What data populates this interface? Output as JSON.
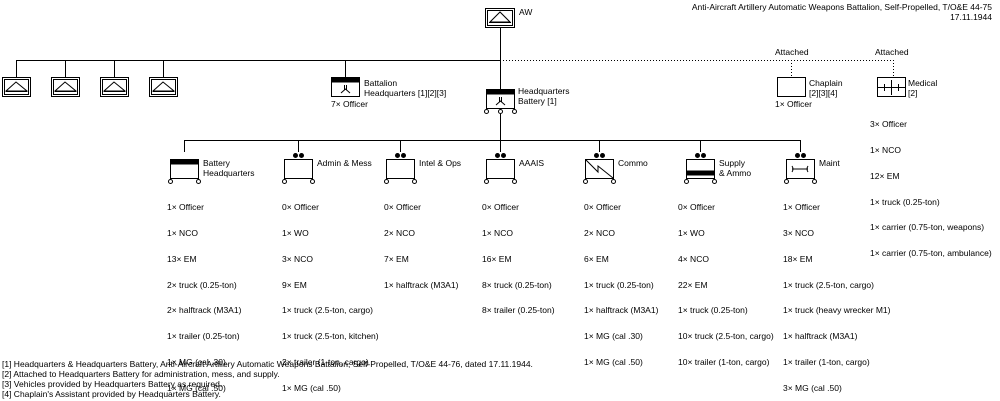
{
  "header": {
    "title_line1": "Anti-Aircraft Artillery Automatic Weapons Battalion, Self-Propelled, T/O&E 44-75",
    "title_line2": "17.11.1944"
  },
  "top": {
    "label": "AW"
  },
  "attached_label": "Attached",
  "bn_hq": {
    "label_line1": "Battalion",
    "label_line2": "Headquarters [1][2][3]",
    "personnel": "7× Officer"
  },
  "hq_battery": {
    "label_line1": "Headquarters",
    "label_line2": "Battery [1]"
  },
  "chaplain": {
    "label_line1": "Chaplain",
    "label_line2": "[2][3][4]",
    "personnel": "1× Officer"
  },
  "medical": {
    "label_line1": "Medical",
    "label_line2": "[2]",
    "personnel": [
      "3× Officer",
      "1× NCO",
      "12× EM",
      "1× truck (0.25-ton)",
      "1× carrier (0.75-ton, weapons)",
      "1× carrier (0.75-ton, ambulance)"
    ]
  },
  "sections": [
    {
      "label_line1": "Battery",
      "label_line2": "Headquarters",
      "personnel": [
        "1× Officer",
        "1× NCO",
        "13× EM",
        "2× truck (0.25-ton)",
        "2× halftrack (M3A1)",
        "1× trailer (0.25-ton)",
        "1× MG (cal .30)",
        "1× MG (cal .50)"
      ]
    },
    {
      "label_line1": "Admin & Mess",
      "label_line2": "",
      "personnel": [
        "0× Officer",
        "1× WO",
        "3× NCO",
        "9× EM",
        "1× truck (2.5-ton, cargo)",
        "1× truck (2.5-ton, kitchen)",
        "2× trailer (1-ton, cargo)",
        "1× MG (cal .50)"
      ]
    },
    {
      "label_line1": "Intel & Ops",
      "label_line2": "",
      "personnel": [
        "0× Officer",
        "2× NCO",
        "7× EM",
        "1× halftrack (M3A1)"
      ]
    },
    {
      "label_line1": "AAAIS",
      "label_line2": "",
      "personnel": [
        "0× Officer",
        "1× NCO",
        "16× EM",
        "8× truck (0.25-ton)",
        "8× trailer (0.25-ton)"
      ]
    },
    {
      "label_line1": "Commo",
      "label_line2": "",
      "personnel": [
        "0× Officer",
        "2× NCO",
        "6× EM",
        "1× truck (0.25-ton)",
        "1× halftrack (M3A1)",
        "1× MG (cal .30)",
        "1× MG (cal .50)"
      ]
    },
    {
      "label_line1": "Supply",
      "label_line2": "& Ammo",
      "personnel": [
        "0× Officer",
        "1× WO",
        "4× NCO",
        "22× EM",
        "1× truck (0.25-ton)",
        "10× truck (2.5-ton, cargo)",
        "10× trailer (1-ton, cargo)"
      ]
    },
    {
      "label_line1": "Maint",
      "label_line2": "",
      "personnel": [
        "1× Officer",
        "3× NCO",
        "18× EM",
        "1× truck (2.5-ton, cargo)",
        "1× truck (heavy wrecker M1)",
        "1× halftrack (M3A1)",
        "1× trailer (1-ton, cargo)",
        "3× MG (cal .50)"
      ]
    }
  ],
  "notes": [
    "[1] Headquarters & Headquarters Battery, Anti-Aircraft Artillery Automatic Weapons Battalion, Self-Propelled, T/O&E 44-76, dated 17.11.1944.",
    "[2] Attached to Headquarters Battery for administration, mess, and supply.",
    "[3] Vehicles provided by Headquarters Battery as required.",
    "[4] Chaplain's Assistant provided by Headquarters Battery."
  ]
}
